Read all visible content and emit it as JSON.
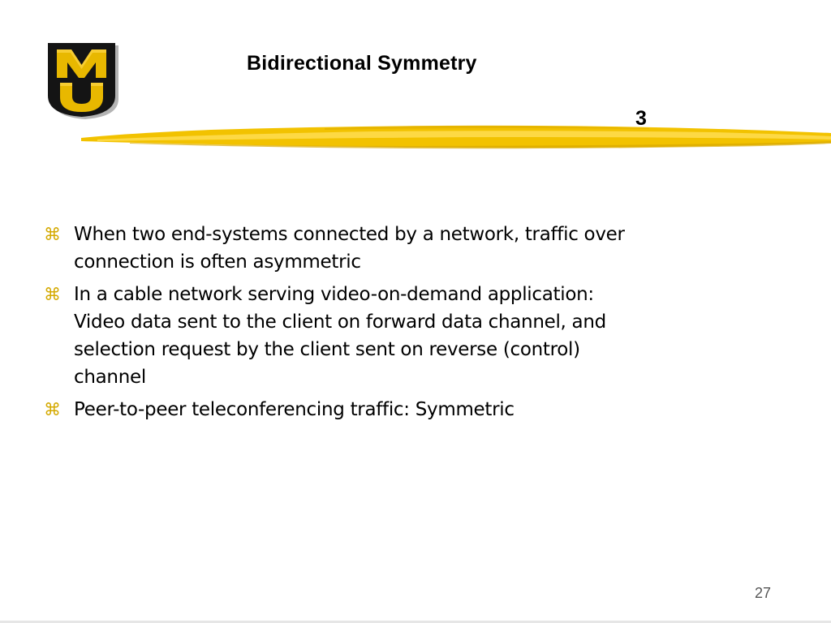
{
  "slide": {
    "title": "Bidirectional Symmetry",
    "title_suffix": "3",
    "page_number": "27"
  },
  "logo": {
    "letters": "MU",
    "colors": {
      "fill": "#1a1a1a",
      "gold": "#e8b800",
      "gold_light": "#ffd84d"
    }
  },
  "bullets": [
    {
      "icon": "command-key-icon",
      "text": "When two end-systems connected by a network, traffic over\nconnection is often asymmetric"
    },
    {
      "icon": "command-key-icon",
      "text": "In a cable network serving video-on-demand application:\nVideo data sent to the client on forward data channel, and\nselection request by the client sent on reverse (control)\nchannel"
    },
    {
      "icon": "command-key-icon",
      "text": "Peer-to-peer teleconferencing traffic: Symmetric"
    }
  ],
  "theme": {
    "accent_gold": "#f2c200",
    "accent_gold_dark": "#d9a800",
    "bullet_color": "#d4a900"
  }
}
